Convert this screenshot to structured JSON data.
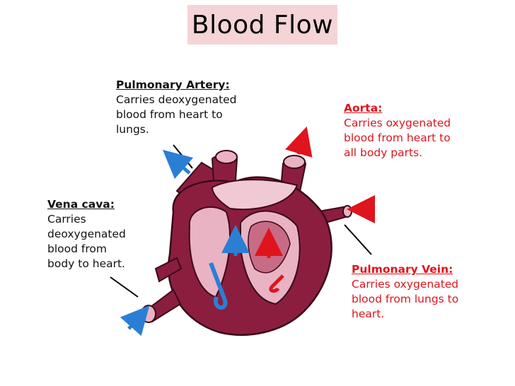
{
  "title": "Blood Flow",
  "labels": {
    "pulmonary_artery": {
      "heading": "Pulmonary Artery:",
      "description": "Carries deoxygenated\nblood from heart to\nlungs."
    },
    "aorta": {
      "heading": "Aorta:",
      "description": "Carries oxygenated\nblood from heart to\nall body parts."
    },
    "vena_cava": {
      "heading": "Vena cava:",
      "description": "Carries\ndeoxygenated\nblood from\nbody to heart."
    },
    "pulmonary_vein": {
      "heading": "Pulmonary Vein:",
      "description": "Carries oxygenated\nblood from lungs to\nheart."
    }
  },
  "colors": {
    "title_bg": "#f4d4d6",
    "oxygenated": "#e0141c",
    "deoxygenated": "#2a7fd4",
    "heart_dark": "#8b1e3f",
    "heart_light": "#e9b3c4"
  }
}
